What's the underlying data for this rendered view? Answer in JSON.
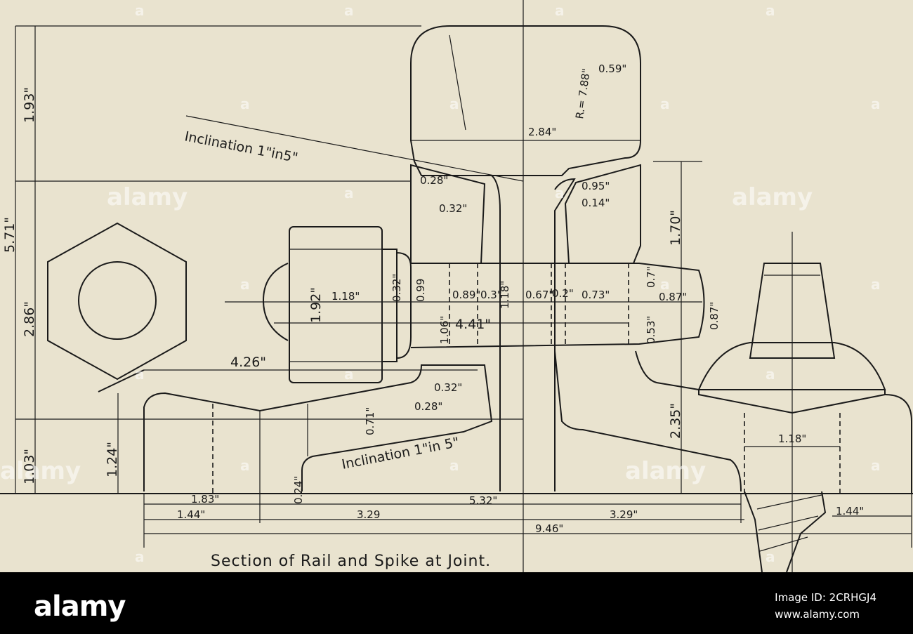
{
  "drawing": {
    "caption": "Section of Rail and Spike at Joint.",
    "annotations": {
      "inclination_upper": "Inclination 1\"in5\"",
      "inclination_lower": "Inclination 1\"in 5\""
    },
    "dimensions": {
      "total_height": "5.71\"",
      "head_height": "1.93\"",
      "web_height": "2.86\"",
      "base_height": "1.03\"",
      "head_width": "2.84\"",
      "head_radius": "R.= 7.88\"",
      "head_corner": "0.59\"",
      "fillet_a": "0.28\"",
      "fillet_b": "0.32\"",
      "fillet_c": "0.95\"",
      "fillet_d": "0.14\"",
      "splice_height": "1.70\"",
      "bolt_head_height": "1.92\"",
      "bolt_head_width": "1.18\"",
      "washer": "0.32\"",
      "bolt_1": "0.99",
      "bolt_2": "0.89\"",
      "bolt_3": "0.3\"",
      "bolt_4": "1.18\"",
      "bolt_5": "0.67\"",
      "bolt_6": "0.2\"",
      "bolt_7": "0.73\"",
      "bolt_8": "0.7\"",
      "bolt_9": "0.87\"",
      "bolt_10": "0.87\"",
      "bolt_11": "0.53\"",
      "bolt_diam": "1.06\"",
      "bolt_len": "4.41\"",
      "bolt_len_total": "4.26\"",
      "lower_fillet_a": "0.32\"",
      "lower_fillet_b": "0.28\"",
      "splice_lower": "0.71\"",
      "spike_height": "1.24\"",
      "flange_edge": "0.24\"",
      "web_to_base": "2.35\"",
      "spike_width": "1.18\"",
      "base_1": "1.83\"",
      "base_2": "1.44\"",
      "base_3": "3.29",
      "base_4": "5.32\"",
      "base_5": "3.29\"",
      "base_6": "9.46\"",
      "base_7": "1.44\""
    }
  },
  "watermark": {
    "text": "alamy",
    "mark": "a"
  },
  "footer": {
    "logo": "alamy",
    "image_id": "Image ID: 2CRHGJ4",
    "site": "www.alamy.com"
  }
}
